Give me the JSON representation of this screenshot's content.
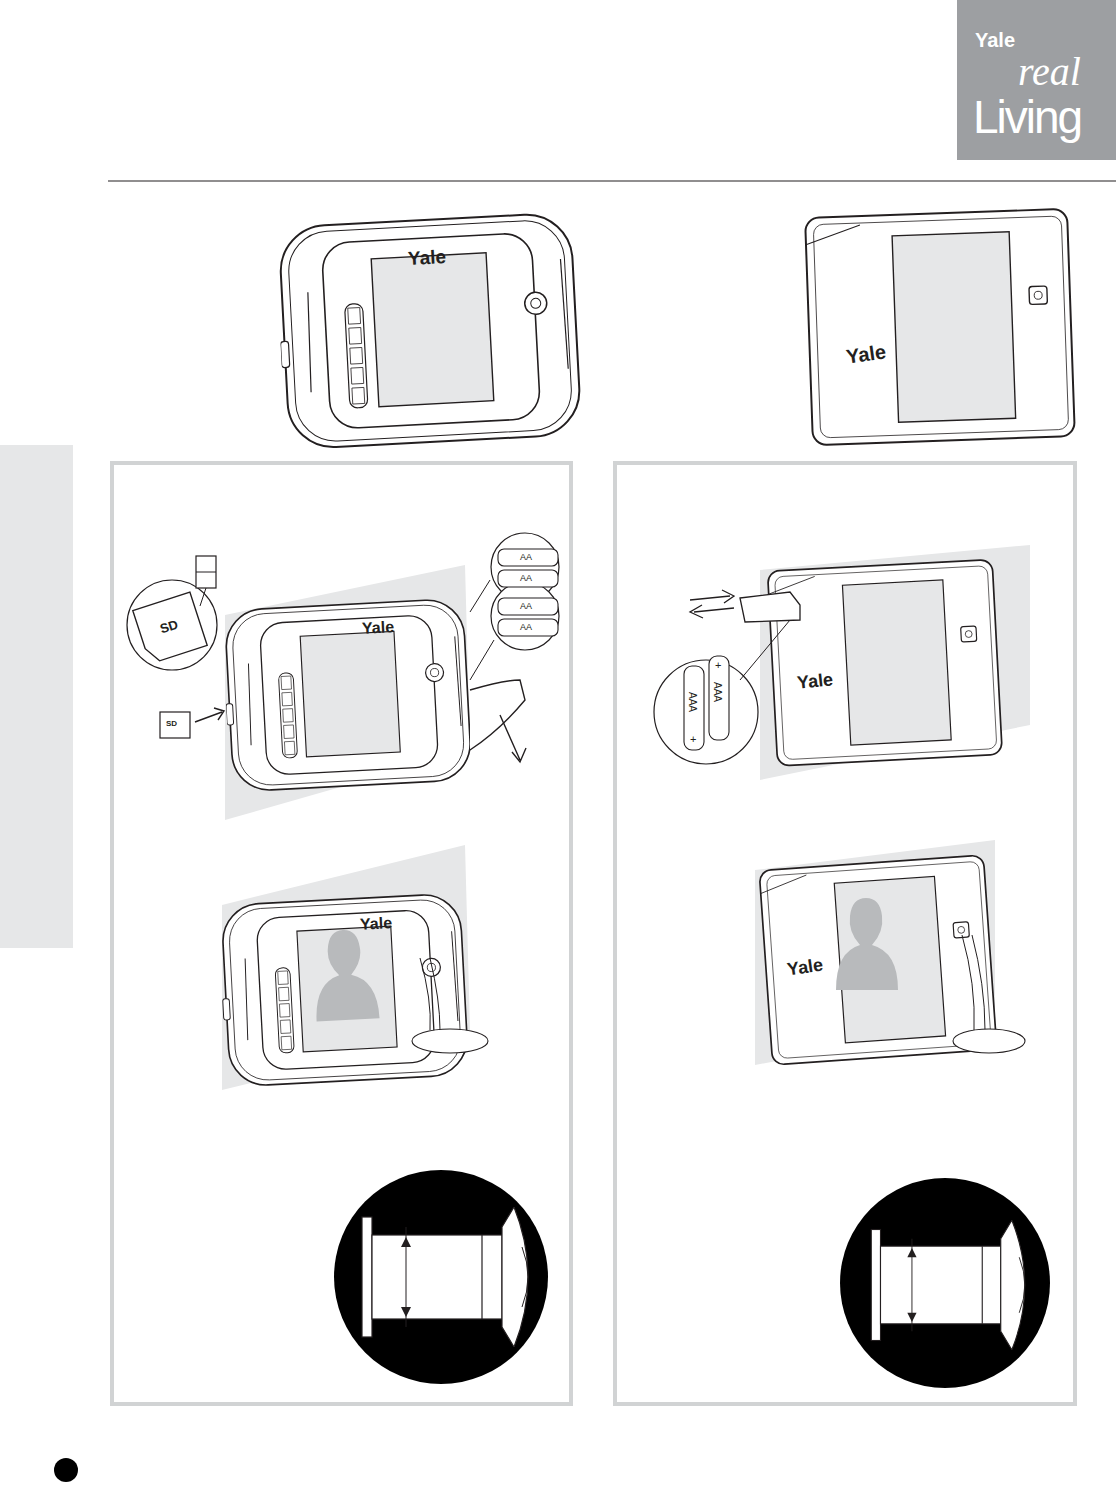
{
  "diagram": {
    "labels": [
      "Yale",
      "real",
      "Living",
      "Yale",
      "Yale",
      "Yale",
      "Yale",
      "Yale",
      "Yale",
      "SD",
      "SD",
      "AA",
      "AA",
      "AA",
      "AA",
      "AAA",
      "AAA",
      "+",
      "+"
    ]
  }
}
